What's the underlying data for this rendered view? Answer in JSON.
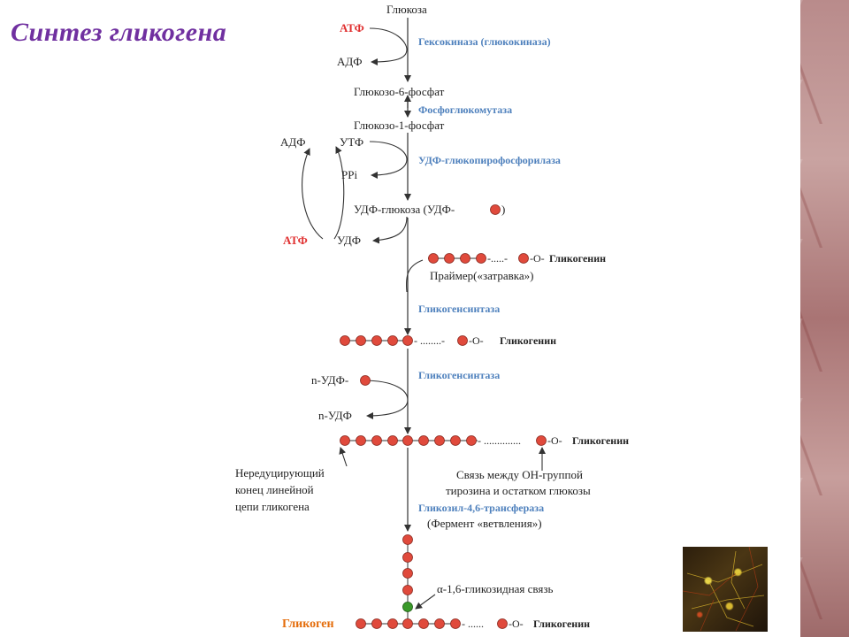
{
  "title": "Синтез гликогена",
  "colors": {
    "title": "#7030a0",
    "enzyme": "#4f81bd",
    "atp": "#e03030",
    "glycogen": "#e46c0a",
    "residue": "#e04a3c",
    "branch_residue": "#3a9a2a"
  },
  "pathway": {
    "glucose": "Глюкоза",
    "atp_1": "АТФ",
    "adp_1": "АДФ",
    "enzyme_1": "Гексокиназа (глюкокиназа)",
    "g6p": "Глюкозо-6-фосфат",
    "enzyme_2": "Фосфоглюкомутаза",
    "g1p": "Глюкозо-1-фосфат",
    "adp_2": "АДФ",
    "utp": "УТФ",
    "ppi": "PPi",
    "enzyme_3": "УДФ-глюкопирофосфорилаза",
    "udp_glucose": "УДФ-глюкоза (УДФ-",
    "udp_glucose_end": ")",
    "atp_2": "АТФ",
    "udp": "УДФ",
    "primer_chain_dots": "-.....-",
    "primer_chain_tail": "-О-",
    "glycogenin": "Гликогенин",
    "primer_label": "Праймер(«затравка»)",
    "enzyme_4": "Гликогенсинтаза",
    "chain2_dots": "- ........-",
    "chain2_tail": "-О-",
    "enzyme_5": "Гликогенсинтаза",
    "n_udp_glc": "n-УДФ-",
    "n_udp": "n-УДФ",
    "chain3_dots": "- ..............",
    "chain3_tail": "-О-",
    "nonreducing_line1": "Нередуцирующий",
    "nonreducing_line2": "конец линейной",
    "nonreducing_line3": "цепи гликогена",
    "bond_line1": "Связь между ОН-группой",
    "bond_line2": "тирозина и остатком глюкозы",
    "enzyme_6": "Гликозил-4,6-трансфераза",
    "branching_enzyme": "(Фермент «ветвления»)",
    "alpha16": "α-1,6-гликозидная связь",
    "glycogen_label": "Гликоген",
    "chain4_dots": "- ......",
    "chain4_tail": "-О-"
  }
}
